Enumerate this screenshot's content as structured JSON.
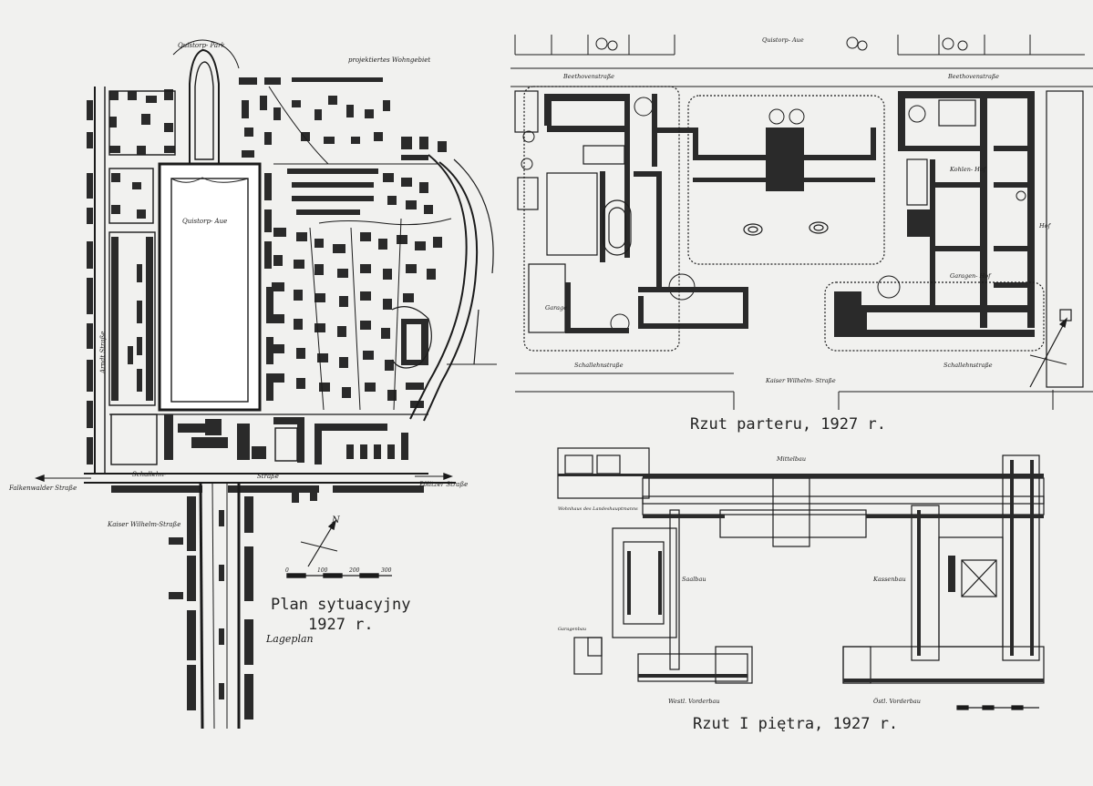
{
  "site_plan": {
    "caption_line1": "Plan sytuacyjny",
    "caption_line2": "1927 r.",
    "label_lageplan": "Lageplan",
    "label_quistorp_park": "Quistorp- Park",
    "label_quistorp_aue": "Quistorp- Aue",
    "label_projekt": "projektiertes Wohngebiet",
    "label_arndt": "Arndt Straße",
    "label_schallehn": "Schallehn-",
    "label_strasse": "Straße",
    "label_kaiser_wilhelm": "Kaiser Wilhelm-Straße",
    "label_falkenwalder": "Falkenwalder Straße",
    "label_pöliger": "Pölitzer Straße",
    "label_north": "N",
    "label_scale": [
      "0",
      "100",
      "200",
      "300"
    ]
  },
  "ground_floor": {
    "caption": "Rzut parteru, 1927 r.",
    "label_quistorp_aue": "Quistorp- Aue",
    "label_beethoven_left": "Beethovenstraße",
    "label_beethoven_right": "Beethovenstraße",
    "label_garage": "Garage",
    "label_kohlen_hof": "Kohlen- Hof",
    "label_garagen_hof": "Garagen- Hof",
    "label_hof": "Hof",
    "label_schallehn_left": "Schallehnstraße",
    "label_schallehn_right": "Schallehnstraße",
    "label_kaiser_wilhelm": "Kaiser Wilhelm- Straße"
  },
  "first_floor": {
    "caption": "Rzut I piętra, 1927 r.",
    "label_mittelbau": "Mittelbau",
    "label_saalbau": "Saalbau",
    "label_kassenbau": "Kassenbau",
    "label_westl": "Westl. Vorderbau",
    "label_oestl": "Östl. Vorderbau",
    "label_wohnhaus": "Wohnhaus des Landeshauptmanns",
    "label_garagenbau": "Garagenbau"
  }
}
